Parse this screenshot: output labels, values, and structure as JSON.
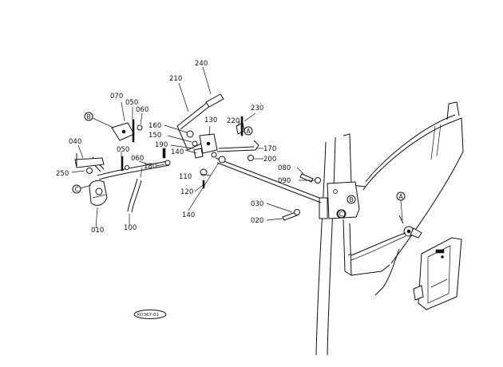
{
  "part_labels": {
    "p240": "240",
    "p210": "210",
    "p230": "230",
    "p070": "070",
    "p050a": "050",
    "p060a": "060",
    "p160": "160",
    "p130": "130",
    "p220": "220",
    "p150": "150",
    "p190": "190",
    "p170": "170",
    "p140a": "140",
    "p200": "200",
    "p040": "040",
    "p050b": "050",
    "p060b": "060",
    "p180": "180",
    "p080": "080",
    "p090": "090",
    "p250": "250",
    "p110": "110",
    "p120": "120",
    "p140b": "140",
    "p030": "030",
    "p020": "020",
    "p010": "010",
    "p100": "100"
  },
  "reference_markers": {
    "B": "B",
    "C": "C",
    "A": "A"
  },
  "figure_code": "KO367-01"
}
